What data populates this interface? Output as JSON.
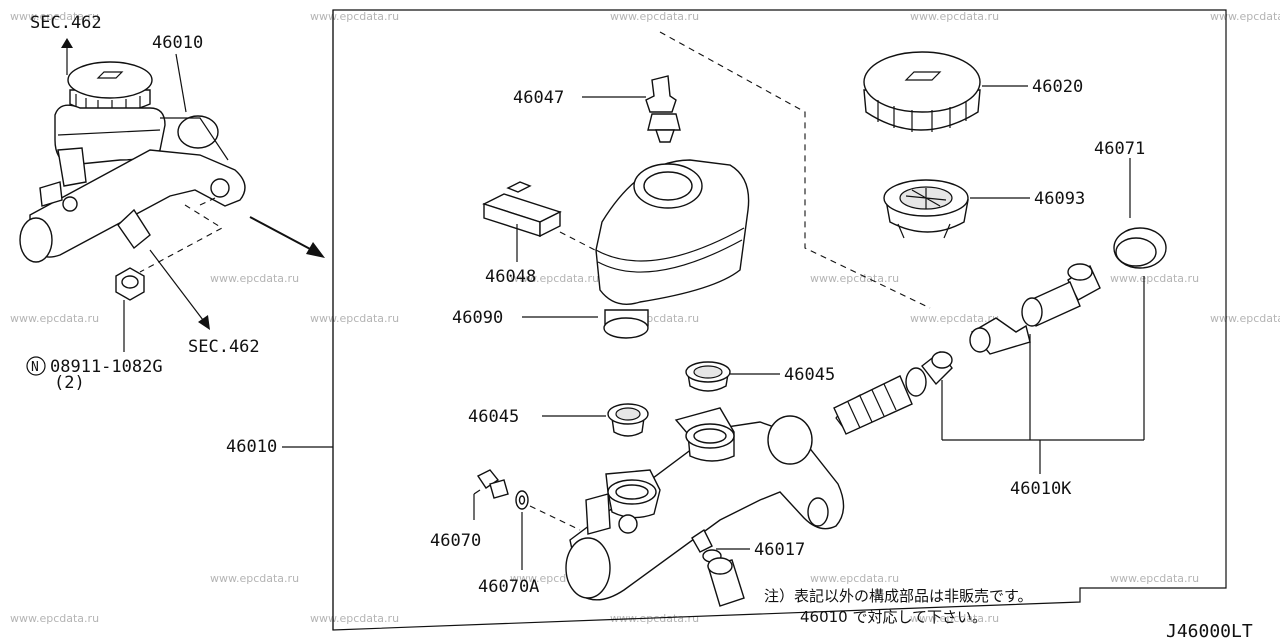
{
  "diagram_id": "J46000LT",
  "watermark": "www.epcdata.ru",
  "left_view": {
    "sec_top": "SEC.462",
    "sec_bottom": "SEC.462",
    "assembly_label": "46010",
    "nut_symbol": "N",
    "nut_part": "08911-1082G",
    "nut_qty": "(2)"
  },
  "exploded_view": {
    "assembly_label": "46010",
    "parts": {
      "p46047": "46047",
      "p46020": "46020",
      "p46071": "46071",
      "p46093": "46093",
      "p46048": "46048",
      "p46090": "46090",
      "p46045a": "46045",
      "p46045b": "46045",
      "p46010k": "46010K",
      "p46070": "46070",
      "p46070a": "46070A",
      "p46017": "46017"
    },
    "note_line1": "注）表記以外の構成部品は非販売です。",
    "note_line2": "46010 で対応して下さい。"
  }
}
